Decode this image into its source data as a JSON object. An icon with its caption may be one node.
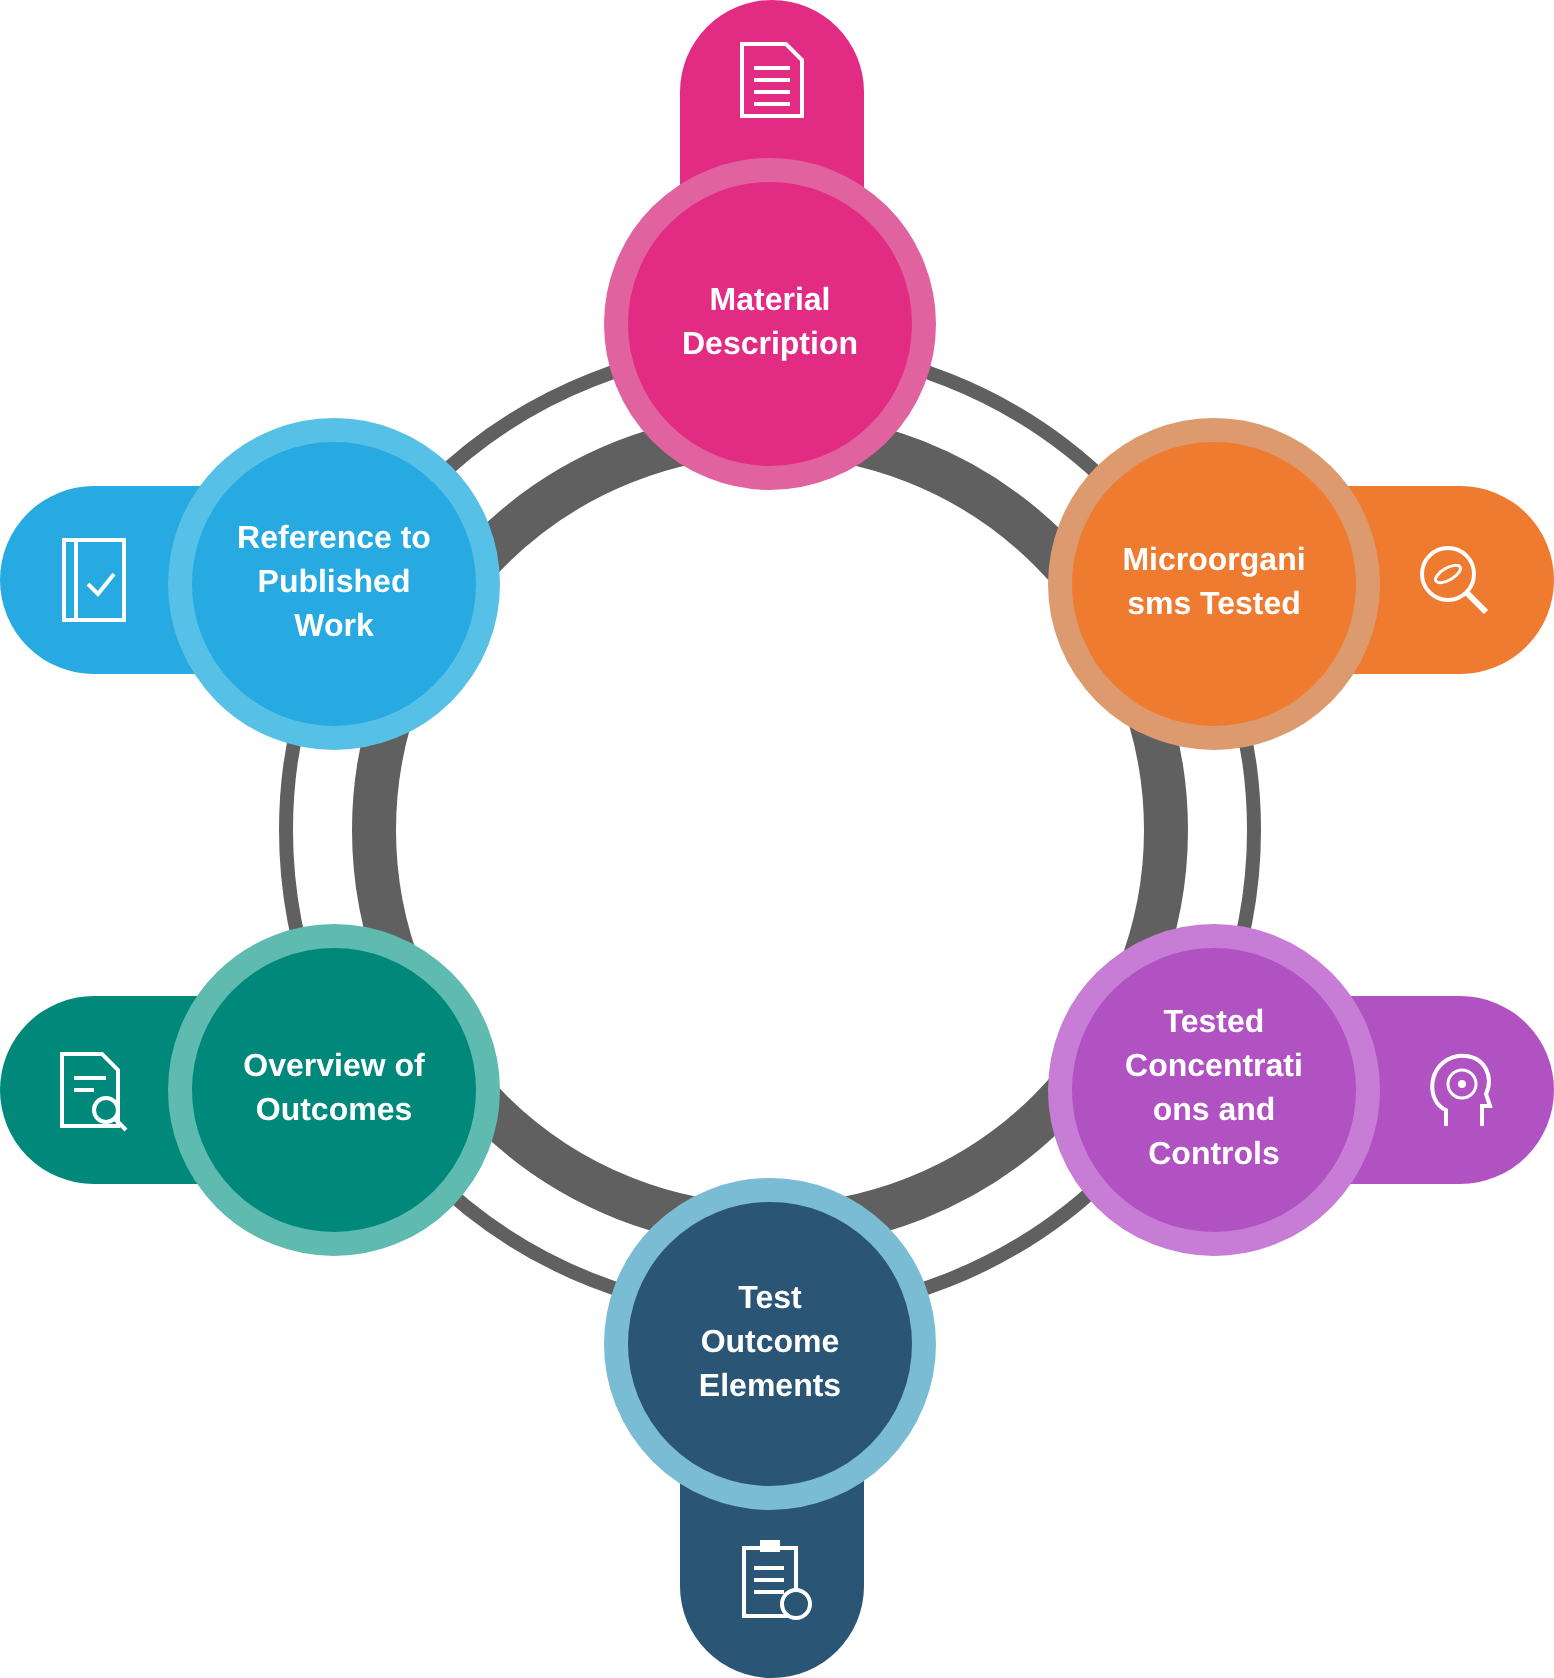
{
  "diagram": {
    "nodes": [
      {
        "text": [
          "Material Description"
        ]
      },
      {
        "text": [
          "Microorgani sms Tested"
        ]
      },
      {
        "text": [
          "Tested Concentrati ons and Controls"
        ]
      },
      {
        "text": [
          "Test Outcome Elements"
        ]
      },
      {
        "text": [
          "Overview of Outcomes"
        ]
      },
      {
        "text": [
          "Reference to Published Work"
        ]
      }
    ]
  }
}
